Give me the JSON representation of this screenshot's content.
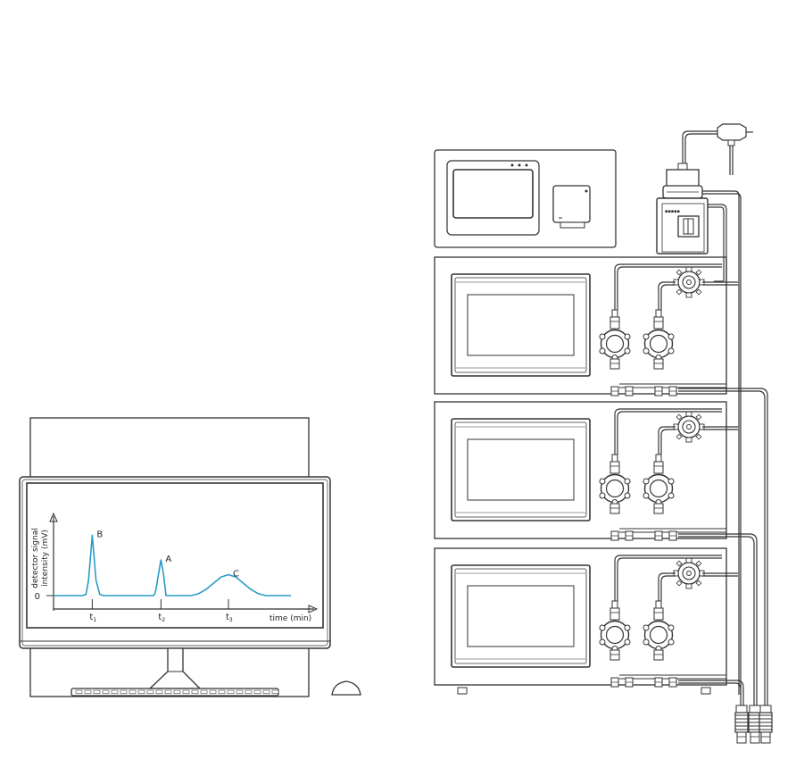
{
  "chart_data": {
    "type": "line",
    "title": "",
    "xlabel": "time (min)",
    "ylabel": "detector signal intensity (mV)",
    "ylabel_lines": [
      "detector signal",
      "intensity (mV)"
    ],
    "y_tick_label": "0",
    "x": [
      0.0,
      1.0,
      1.15,
      1.3,
      1.4,
      1.55,
      1.7,
      1.85,
      2.0,
      2.5,
      3.0,
      3.5,
      4.0,
      4.05,
      4.1,
      4.2,
      4.3,
      4.4,
      4.5,
      5.0,
      5.5,
      5.8,
      6.1,
      6.4,
      6.7,
      7.0,
      7.3,
      7.6,
      7.9,
      8.2,
      8.5,
      9.0,
      9.5
    ],
    "y": [
      0,
      0,
      0,
      0.2,
      2.5,
      9.8,
      2.5,
      0.2,
      0,
      0,
      0,
      0,
      0,
      0.3,
      1,
      3.5,
      5.8,
      3.5,
      0,
      0,
      0,
      0.3,
      1,
      2,
      3,
      3.4,
      3,
      2,
      1,
      0.3,
      0,
      0,
      0
    ],
    "series_color": "#2a9ac9",
    "peaks": [
      {
        "label": "B",
        "x": 1.55,
        "y": 9.8
      },
      {
        "label": "A",
        "x": 4.3,
        "y": 5.8
      },
      {
        "label": "C",
        "x": 7.0,
        "y": 3.4
      }
    ],
    "x_ticks": [
      {
        "base": "t",
        "sub": "1",
        "x": 1.55
      },
      {
        "base": "t",
        "sub": "2",
        "x": 4.3
      },
      {
        "base": "t",
        "sub": "3",
        "x": 7.0
      }
    ],
    "xlim": [
      0,
      10
    ],
    "ylim": [
      -1.5,
      12
    ]
  }
}
